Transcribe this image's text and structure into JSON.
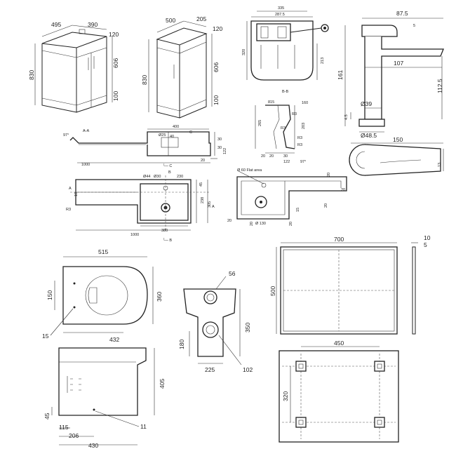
{
  "vanity_unit_front": {
    "width": "495",
    "depth": "390",
    "height": "830",
    "top_panel": "120",
    "door_height": "606",
    "plinth": "100"
  },
  "vanity_unit_side": {
    "width": "500",
    "depth": "205",
    "height": "830",
    "top_panel": "120",
    "door_height": "606",
    "plinth": "100"
  },
  "small_basin": {
    "width": "335",
    "inner_width": "287.5",
    "height": "320",
    "drop": "213"
  },
  "tap": {
    "reach": "87.5",
    "top": "5",
    "spout": "107",
    "height": "161",
    "inner_height": "112.5",
    "base_dia": "Ø39",
    "offset": "4.5",
    "plate_dia": "Ø48.5",
    "handle_len": "150",
    "handle_w": "13"
  },
  "section_bb": {
    "title": "B-B",
    "d1": "815",
    "d2": "160",
    "d3": "265",
    "d4": "203",
    "r1": "R3",
    "r2": "R3",
    "r3": "R3",
    "r4": "R3",
    "b1": "20",
    "b2": "20",
    "b3": "30",
    "b4": "122",
    "angle": "97°"
  },
  "section_aa": {
    "title": "A-A",
    "angle": "97°",
    "hole": "Ø25",
    "top_w": "400",
    "w40": "40",
    "c_mark": "C",
    "length": "1000",
    "d30": "30",
    "d20": "20",
    "d30b": "30",
    "d122": "122",
    "sec_c": "└─ C"
  },
  "basin_plan": {
    "hole1": "Ø44",
    "hole2": "Ø30",
    "w230": "230",
    "b_mark": "B",
    "d45": "45",
    "d19": "19",
    "d238": "238",
    "d305": "305",
    "r3": "R3",
    "a_left": "A",
    "a_right": "A",
    "bowl_w": "380",
    "total": "1000",
    "sec_b": "└─ B"
  },
  "worktop_plan": {
    "flat_area": "Ø 60 Flat area",
    "d20a": "20",
    "d20b": "20",
    "d20c": "20",
    "d15": "15",
    "d20d": "20",
    "d130": "Ø 130",
    "d20e": "20",
    "d20f": "20"
  },
  "toilet_plan": {
    "width": "515",
    "depth": "360",
    "pan": "432",
    "cistern": "150",
    "fix": "15"
  },
  "toilet_back": {
    "outlet": "56",
    "height": "350",
    "low": "180",
    "width": "225",
    "pipe": "102"
  },
  "toilet_side": {
    "height": "405",
    "fix_h": "45",
    "foot": "115",
    "setback": "206",
    "depth": "430",
    "bolt": "11"
  },
  "mirror_front": {
    "width": "700",
    "height": "500",
    "thick1": "10",
    "thick2": "5"
  },
  "mirror_back": {
    "hole_w": "450",
    "hole_h": "320"
  }
}
